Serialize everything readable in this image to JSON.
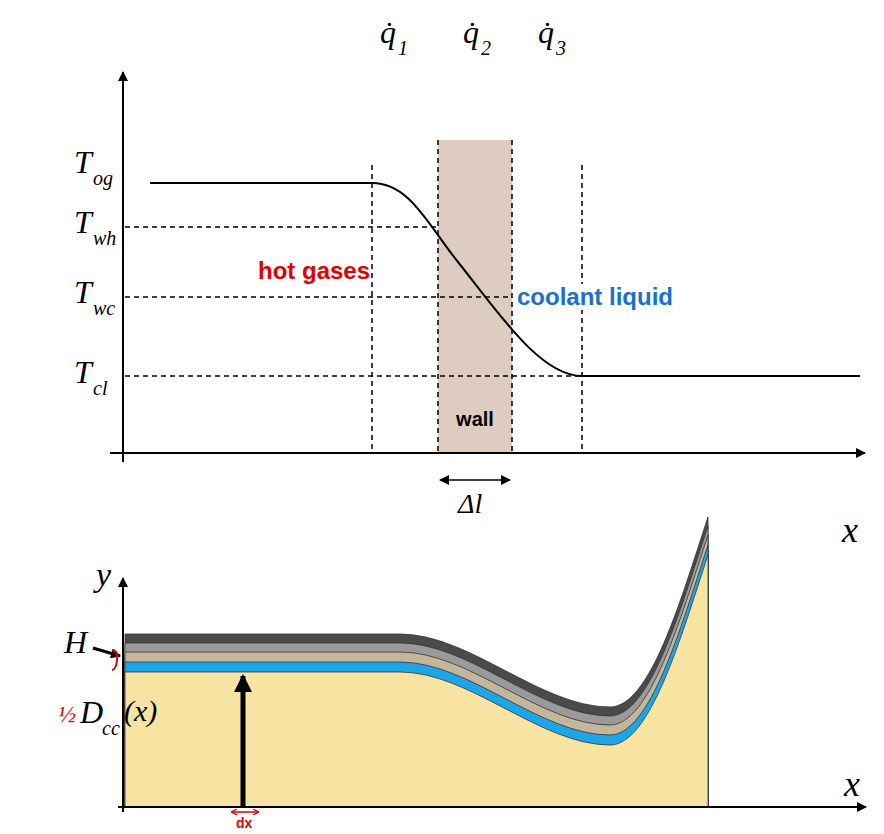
{
  "diagram": {
    "nodes": [
      {
        "text": [
          "wall"
        ]
      }
    ],
    "labels": [
      "q̇",
      "1",
      "q̇",
      "2",
      "q̇",
      "3",
      "T",
      "og",
      "T",
      "wh",
      "hot gases",
      "T",
      "wc",
      "coolant liquid",
      "T",
      "cl",
      "Δl",
      "x",
      "y",
      "H",
      "½",
      "D",
      "cc",
      "(x)",
      "dx",
      "x"
    ]
  }
}
